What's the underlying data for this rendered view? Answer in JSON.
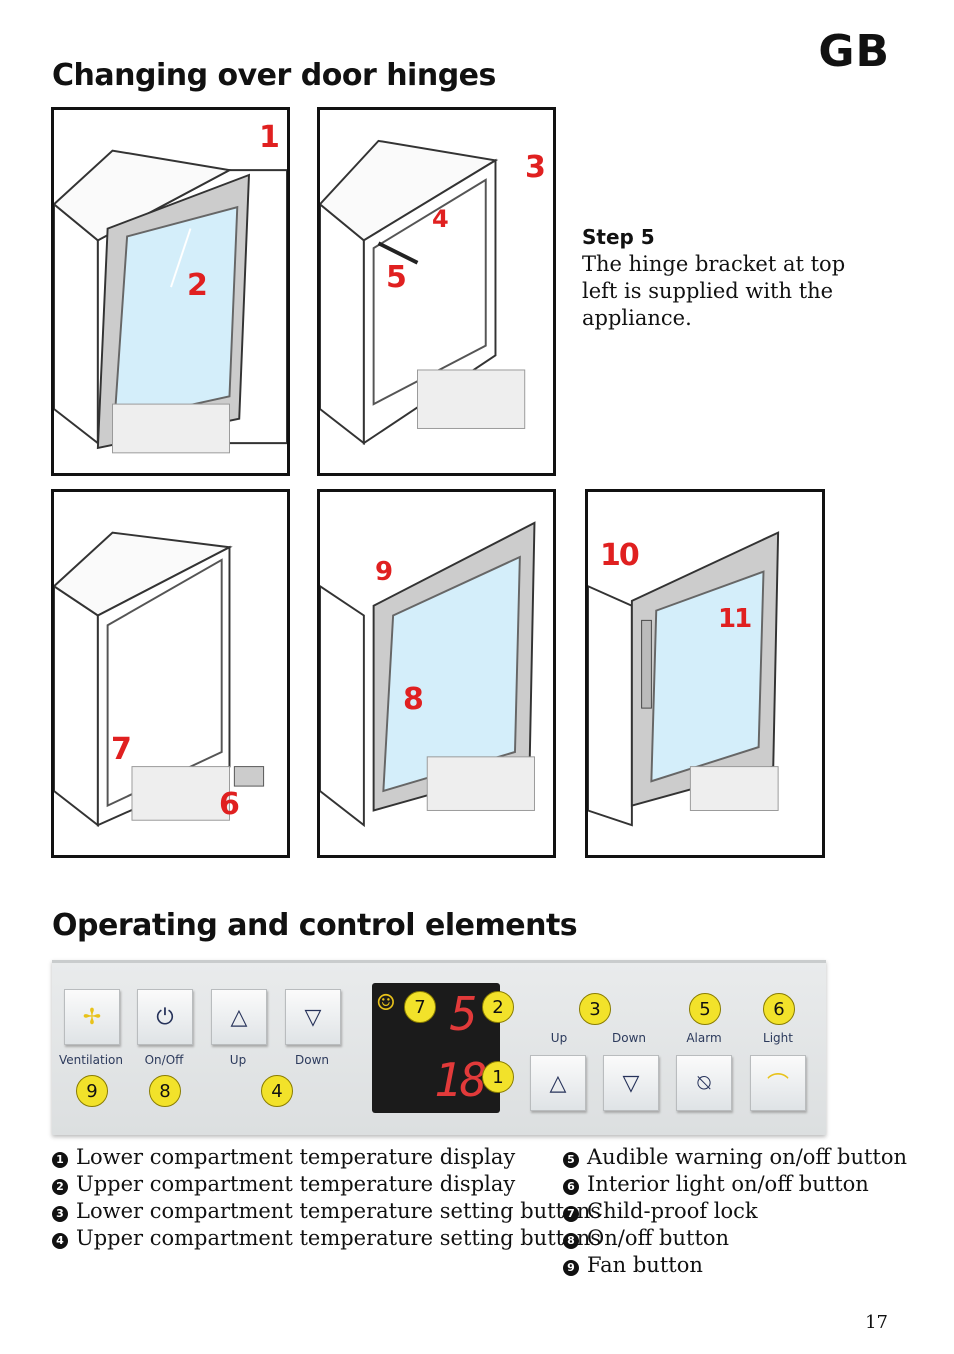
{
  "lang": "GB",
  "section1_title": "Changing over door hinges",
  "section2_title": "Operating and control elements",
  "step": {
    "heading": "Step 5",
    "text": "The hinge bracket at top left is supplied with the appliance."
  },
  "figure_labels": {
    "p1": [
      "1",
      "2"
    ],
    "p2": [
      "3",
      "4",
      "5"
    ],
    "p3": [
      "6",
      "7"
    ],
    "p4": [
      "8",
      "9"
    ],
    "p5": [
      "10",
      "11"
    ]
  },
  "control_panel": {
    "left_keys": [
      {
        "label": "Ventilation",
        "num": "9",
        "icon": "fan-icon"
      },
      {
        "label": "On/Off",
        "num": "8",
        "icon": "power-icon"
      },
      {
        "label": "Up",
        "num": "4",
        "icon": "up-arrow-icon"
      },
      {
        "label": "Down",
        "num": "",
        "icon": "down-arrow-icon"
      }
    ],
    "display": {
      "upper": "5",
      "lower": "18",
      "lock_num": "7",
      "upper_num": "2",
      "lower_num": "1"
    },
    "right_keys": [
      {
        "label": "Up",
        "num": "3",
        "icon": "up-arrow-icon"
      },
      {
        "label": "Down",
        "num": "",
        "icon": "down-arrow-icon"
      },
      {
        "label": "Alarm",
        "num": "5",
        "icon": "alarm-off-icon"
      },
      {
        "label": "Light",
        "num": "6",
        "icon": "light-icon"
      }
    ]
  },
  "legend_left": [
    {
      "mark": "1",
      "text": "Lower compartment temperature display"
    },
    {
      "mark": "2",
      "text": "Upper compartment temperature display"
    },
    {
      "mark": "3",
      "text": "Lower compartment temperature setting buttons"
    },
    {
      "mark": "4",
      "text": "Upper compartment temperature setting buttons"
    }
  ],
  "legend_right": [
    {
      "mark": "5",
      "text": "Audible warning on/off button"
    },
    {
      "mark": "6",
      "text": "Interior light on/off button"
    },
    {
      "mark": "7",
      "text": "Child-proof lock"
    },
    {
      "mark": "8",
      "text": "On/off button"
    },
    {
      "mark": "9",
      "text": "Fan button"
    }
  ],
  "page_number": "17"
}
